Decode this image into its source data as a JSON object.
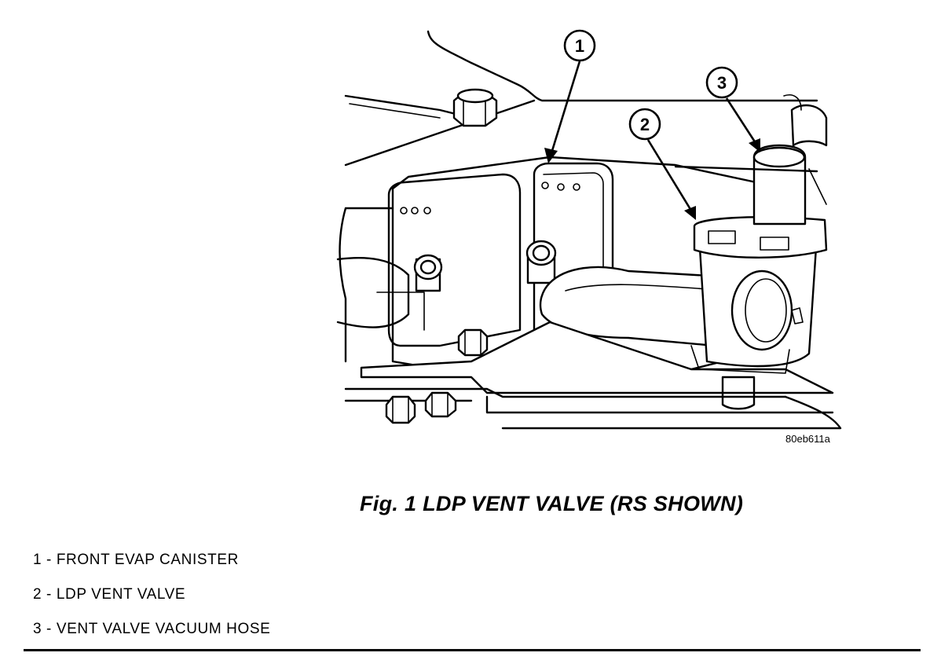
{
  "figure": {
    "code": "80eb611a",
    "caption": "Fig.  1 LDP VENT VALVE (RS SHOWN)",
    "callouts": [
      {
        "number": "1",
        "label": "FRONT EVAP CANISTER"
      },
      {
        "number": "2",
        "label": "LDP VENT VALVE"
      },
      {
        "number": "3",
        "label": "VENT VALVE VACUUM HOSE"
      }
    ]
  },
  "legend": [
    "1 - FRONT EVAP CANISTER",
    "2 - LDP VENT VALVE",
    "3 - VENT VALVE VACUUM HOSE"
  ]
}
